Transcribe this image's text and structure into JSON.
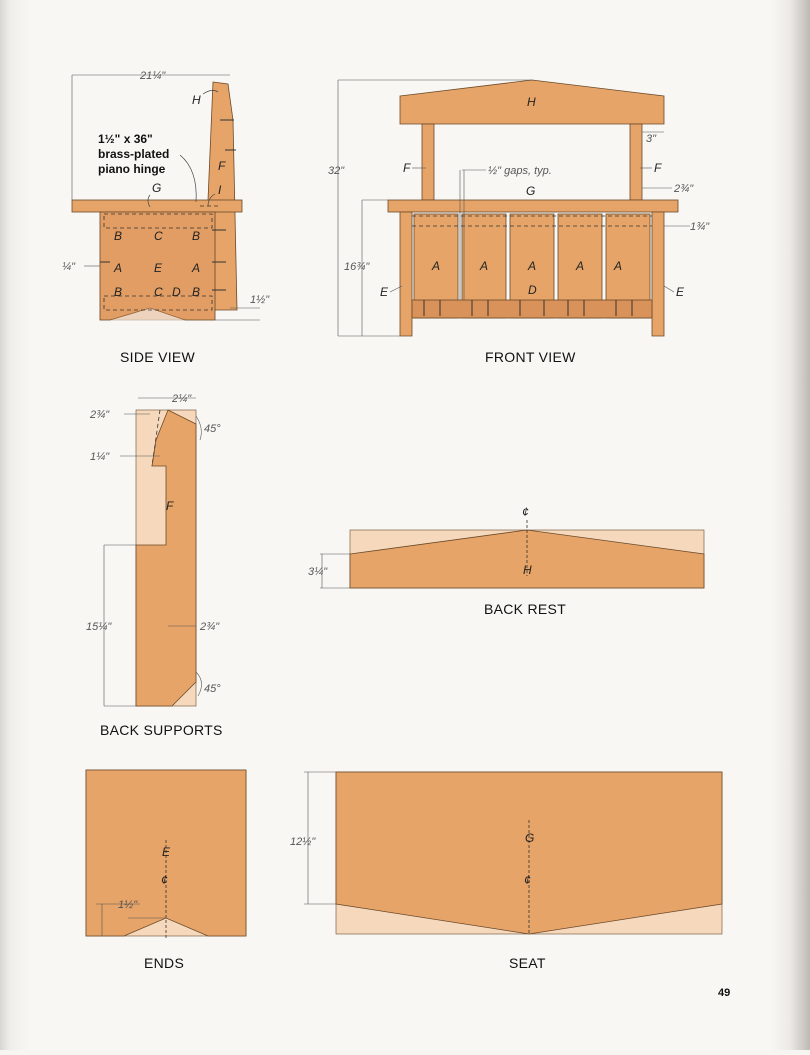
{
  "page_number": "49",
  "side_view": {
    "caption": "SIDE VIEW",
    "dim_width": "21¼\"",
    "dim_left": "¼\"",
    "dim_bottom": "1½\"",
    "hinge_note": [
      "1½\" x 36\"",
      "brass-plated",
      "piano hinge"
    ],
    "labels": [
      "H",
      "G",
      "F",
      "I",
      "B",
      "C",
      "B",
      "A",
      "E",
      "A",
      "B",
      "C",
      "D",
      "B"
    ]
  },
  "front_view": {
    "caption": "FRONT VIEW",
    "dim_height": "32\"",
    "dim_seat_height": "16¾\"",
    "dim_top": "3\"",
    "dim_g": "2¾\"",
    "dim_side": "1¾\"",
    "gaps_note": "½\" gaps, typ.",
    "labels": [
      "H",
      "F",
      "F",
      "G",
      "A",
      "A",
      "A",
      "A",
      "A",
      "E",
      "D",
      "E"
    ]
  },
  "back_supports": {
    "caption": "BACK SUPPORTS",
    "dim_top": "2¼\"",
    "dim_left_top": "2¾\"",
    "dim_notch": "1¼\"",
    "dim_angle_top": "45°",
    "dim_height": "15¼\"",
    "dim_width": "2¾\"",
    "dim_angle_bottom": "45°",
    "label": "F"
  },
  "back_rest": {
    "caption": "BACK REST",
    "dim_height": "3¼\"",
    "label": "H",
    "centerline": "¢"
  },
  "ends": {
    "caption": "ENDS",
    "dim_notch": "1½\"",
    "label": "E",
    "centerline": "¢"
  },
  "seat": {
    "caption": "SEAT",
    "dim_depth": "12½\"",
    "label": "G",
    "centerline": "¢"
  }
}
